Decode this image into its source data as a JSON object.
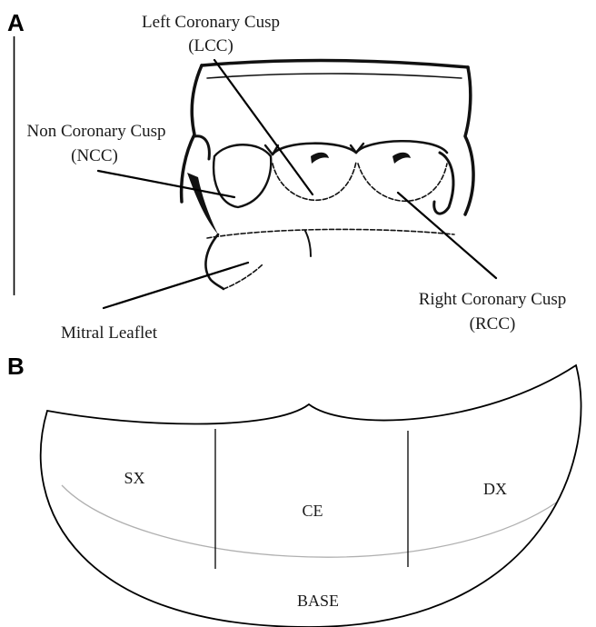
{
  "panel_a": {
    "letter": "A",
    "labels": {
      "lcc_name": "Left Coronary Cusp",
      "lcc_abbr": "(LCC)",
      "ncc_name": "Non Coronary Cusp",
      "ncc_abbr": "(NCC)",
      "rcc_name": "Right Coronary Cusp",
      "rcc_abbr": "(RCC)",
      "mitral": "Mitral Leaflet"
    }
  },
  "panel_b": {
    "letter": "B",
    "regions": {
      "left": "SX",
      "center": "CE",
      "right": "DX",
      "base": "BASE"
    },
    "colors": {
      "outline": "#000000",
      "base_curve": "#b0b0b0"
    }
  }
}
